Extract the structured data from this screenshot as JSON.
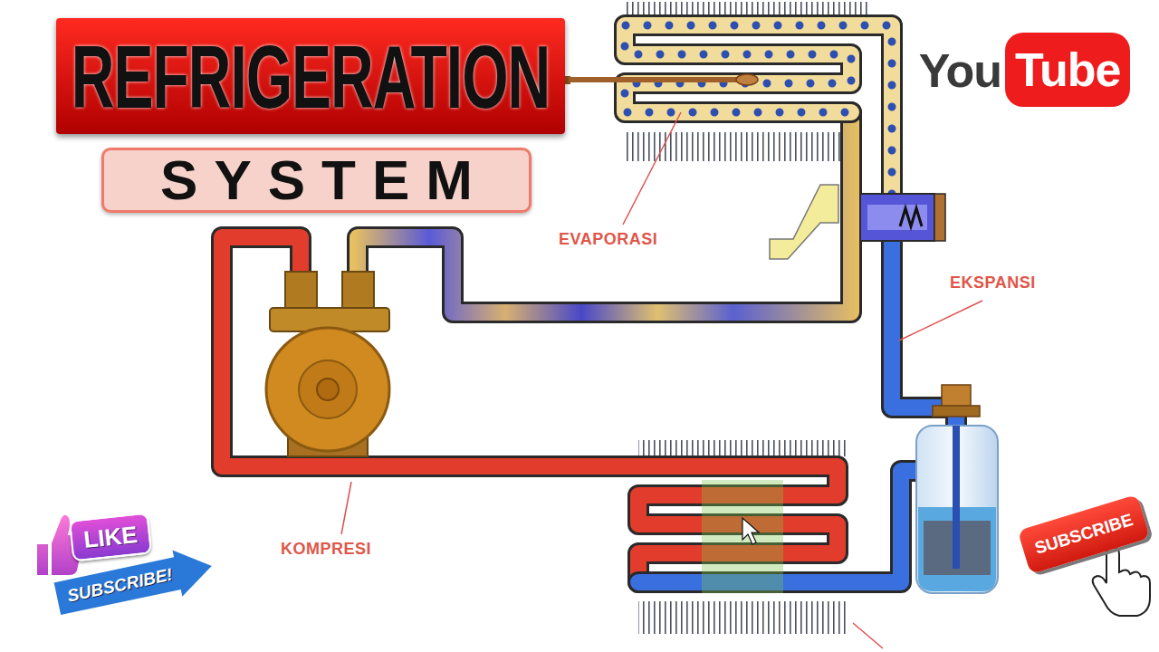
{
  "diagram": {
    "title": "REFRIGERATION",
    "nodes": [
      {
        "text": [
          "SYSTEM"
        ]
      },
      {
        "text": [
          "Tube"
        ]
      },
      {
        "text": [
          "LIKE"
        ]
      },
      {
        "text": [
          "SUBSCRIBE!"
        ]
      },
      {
        "text": [
          "SUBSCRIBE"
        ]
      }
    ],
    "labels": [
      "EVAPORASI",
      "EKSPANSI",
      "KOMPRESI",
      "You"
    ]
  }
}
